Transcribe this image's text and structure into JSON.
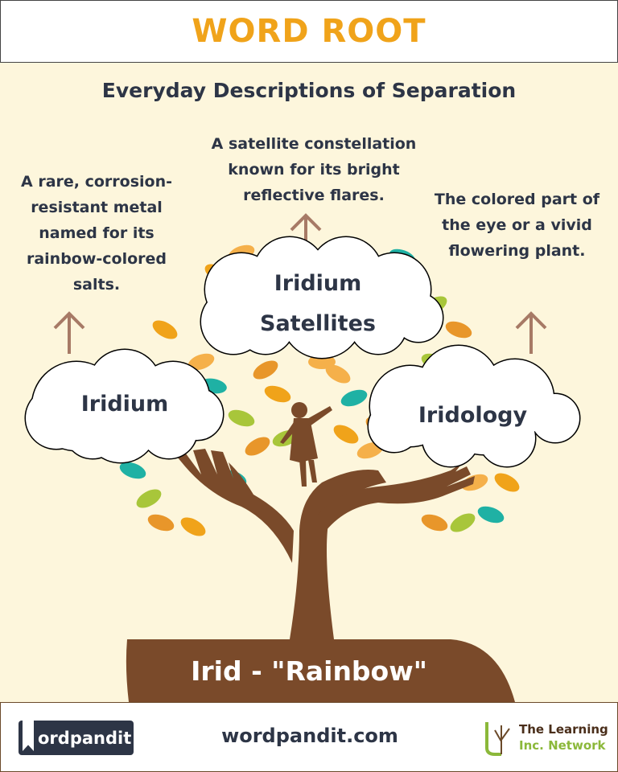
{
  "header": {
    "title": "WORD ROOT"
  },
  "subtitle": "Everyday Descriptions of Separation",
  "descriptions": {
    "left": "A rare, corrosion-resistant metal named for its rainbow-colored salts.",
    "center": "A satellite constellation known for its bright reflective flares.",
    "right": "The colored part of the eye or a vivid flowering plant."
  },
  "words": {
    "left": "Iridium",
    "center": "Iridium Satellites",
    "right": "Iridology"
  },
  "root": "Irid - \"Rainbow\"",
  "footer": {
    "logo_text": "ordpandit",
    "site": "wordpandit.com",
    "network_line1": "The Learning",
    "network_line2": "Inc. Network"
  },
  "colors": {
    "title": "#f0a31a",
    "text": "#2d3546",
    "trunk": "#7a4a2a",
    "arrow": "#a77a66",
    "background": "#fdf6dc"
  }
}
